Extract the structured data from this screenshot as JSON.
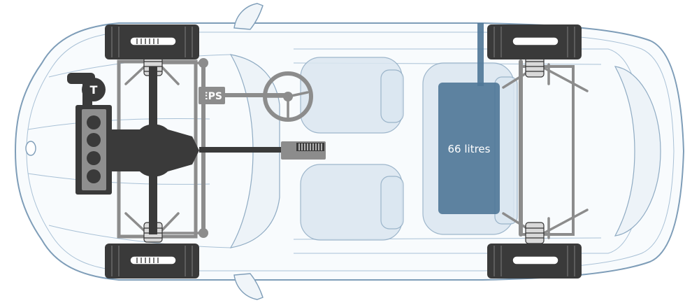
{
  "labels": {
    "eps": "EPS",
    "tank": "66 litres",
    "engine_badge": "T"
  },
  "colors": {
    "body_outline": "#7e9db8",
    "drivetrain": "#3a3a3a",
    "suspension": "#8c8c8c",
    "fuel_tank": "#4f7797",
    "background": "#ffffff"
  }
}
